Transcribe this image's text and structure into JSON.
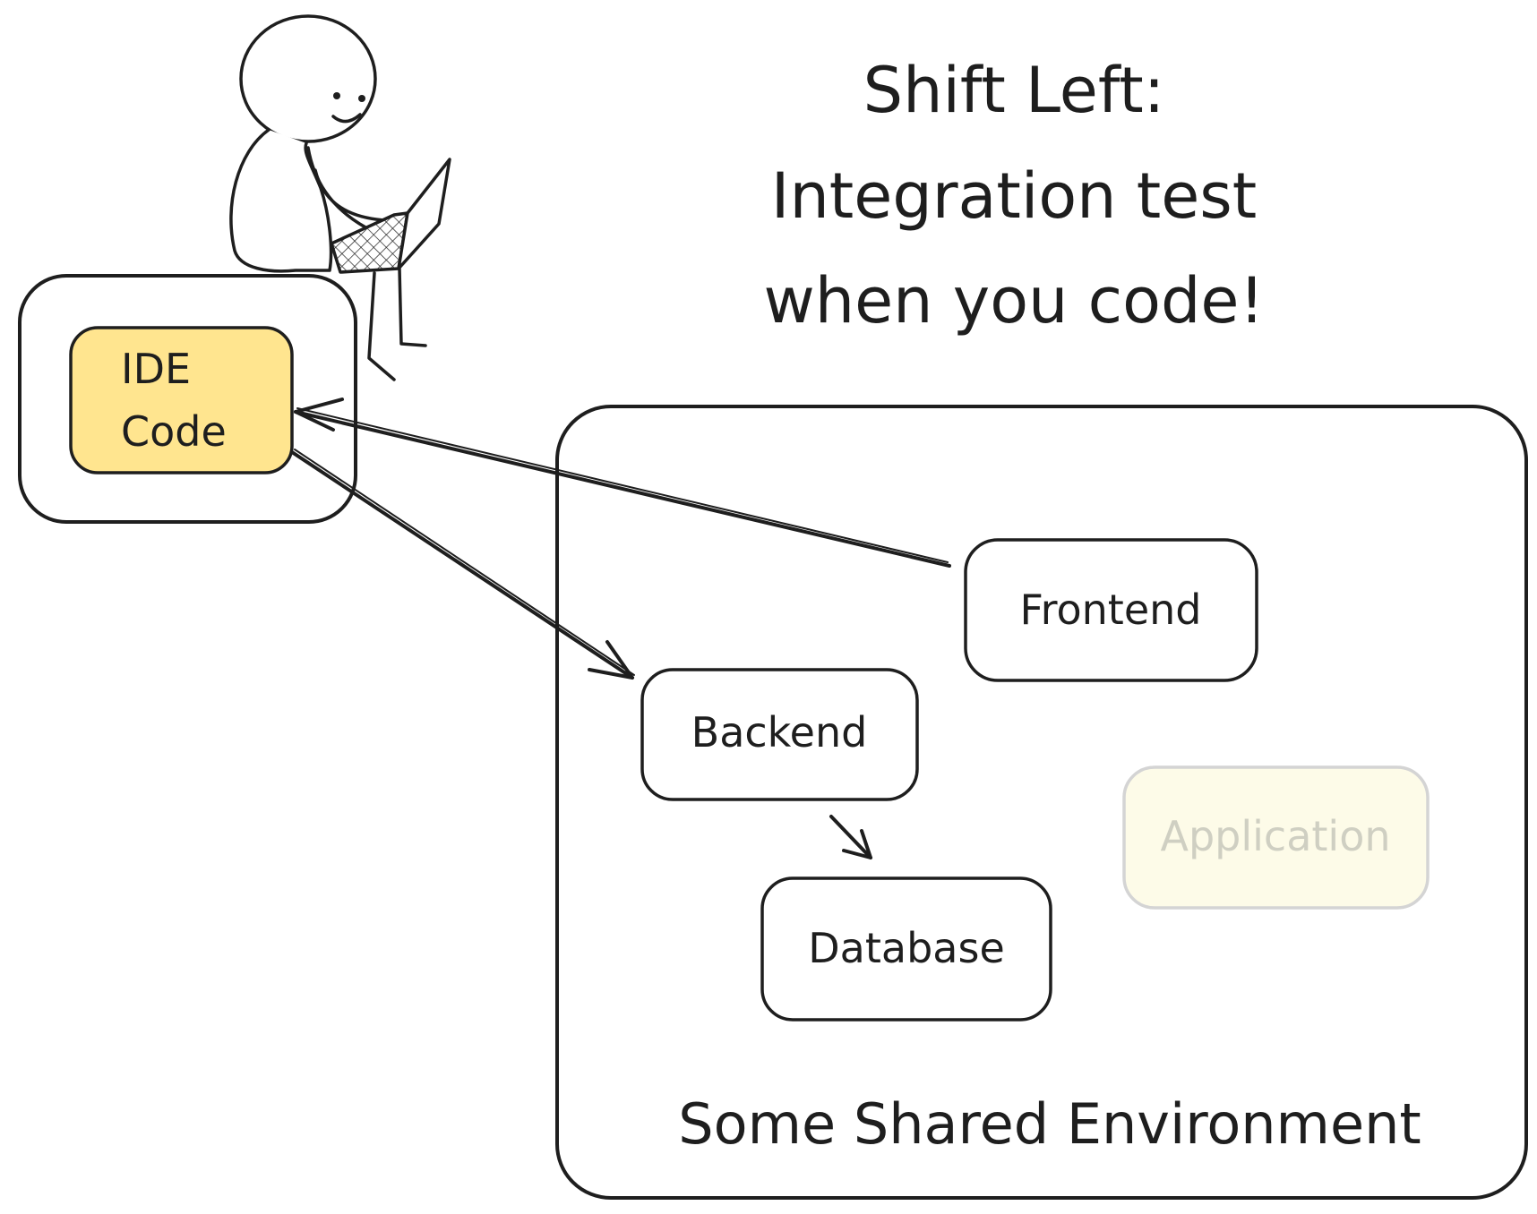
{
  "title": {
    "line1": "Shift Left:",
    "line2": "Integration test",
    "line3": "when you code!"
  },
  "developer": {
    "box_label_line1": "IDE",
    "box_label_line2": "Code"
  },
  "environment": {
    "label": "Some Shared Environment",
    "services": {
      "frontend": "Frontend",
      "backend": "Backend",
      "database": "Database",
      "application": "Application"
    }
  },
  "colors": {
    "ink": "#1e1e1e",
    "ide_fill": "#ffe58f",
    "laptop_fill": "#d9d9d9",
    "faded_fill": "#fdfbe8",
    "faded_stroke": "#d4d4d4",
    "faded_text": "#cfcfc2"
  },
  "icons": [
    "person-figure-icon",
    "laptop-icon"
  ]
}
